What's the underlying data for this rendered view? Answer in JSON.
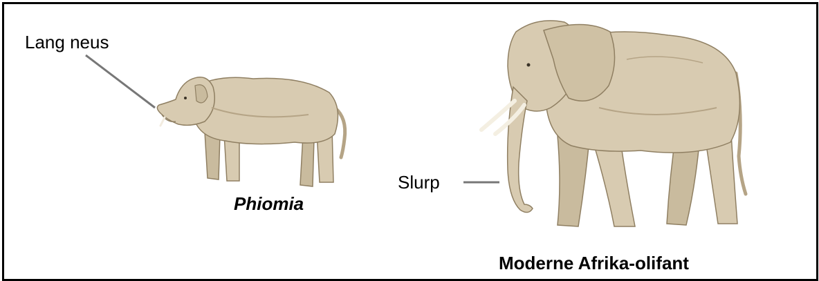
{
  "labels": {
    "long_nose": "Lang neus",
    "phiomia": "Phiomia",
    "trunk": "Slurp",
    "modern_elephant": "Moderne Afrika-olifant"
  },
  "colors": {
    "border": "#000000",
    "background": "#ffffff",
    "animal_fill": "#d8cbb1",
    "animal_shade": "#b5a486",
    "leader_line": "#777777",
    "text": "#000000"
  },
  "icons": [
    "phiomia-illustration",
    "african-elephant-illustration"
  ]
}
